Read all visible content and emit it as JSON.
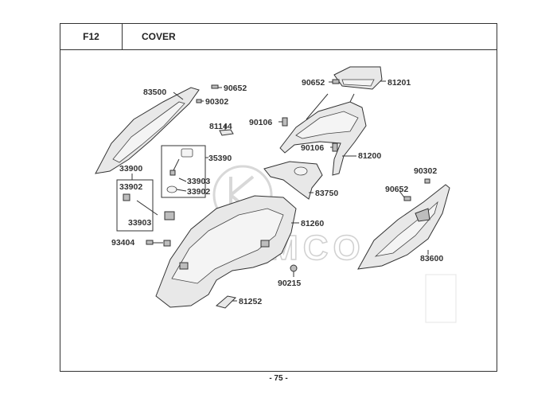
{
  "header": {
    "code": "F12",
    "title": "COVER"
  },
  "watermark": {
    "text": "KYMCO",
    "color": "#d0d0d0"
  },
  "parts": {
    "p83500": "83500",
    "p90652a": "90652",
    "p90302a": "90302",
    "p81144": "81144",
    "p35390": "35390",
    "p33900": "33900",
    "p33902a": "33902",
    "p33903a": "33903",
    "p33902b": "33902",
    "p33903b": "33903",
    "p93404": "93404",
    "p90652b": "90652",
    "p81201": "81201",
    "p90106a": "90106",
    "p90106b": "90106",
    "p81200": "81200",
    "p83750": "83750",
    "p81260": "81260",
    "p90302b": "90302",
    "p90652c": "90652",
    "p83600": "83600",
    "p90215": "90215",
    "p81252": "81252"
  },
  "footer": {
    "page": "- 75 -"
  }
}
